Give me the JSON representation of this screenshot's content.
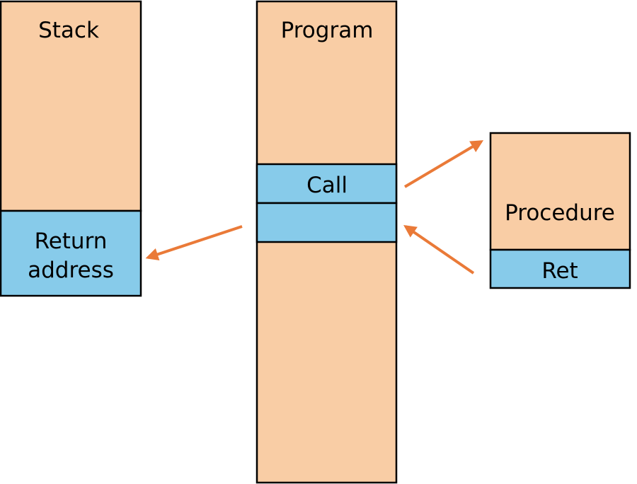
{
  "colors": {
    "block_fill": "#f9cda5",
    "highlight_fill": "#87cbea",
    "outline": "#000000",
    "arrow": "#ea7a38",
    "background": "#ffffff"
  },
  "stack": {
    "title": "Stack",
    "slot_line1": "Return",
    "slot_line2": "address"
  },
  "program": {
    "title": "Program",
    "call_label": "Call",
    "next_slot_label": ""
  },
  "procedure": {
    "title": "Procedure",
    "ret_label": "Ret"
  }
}
